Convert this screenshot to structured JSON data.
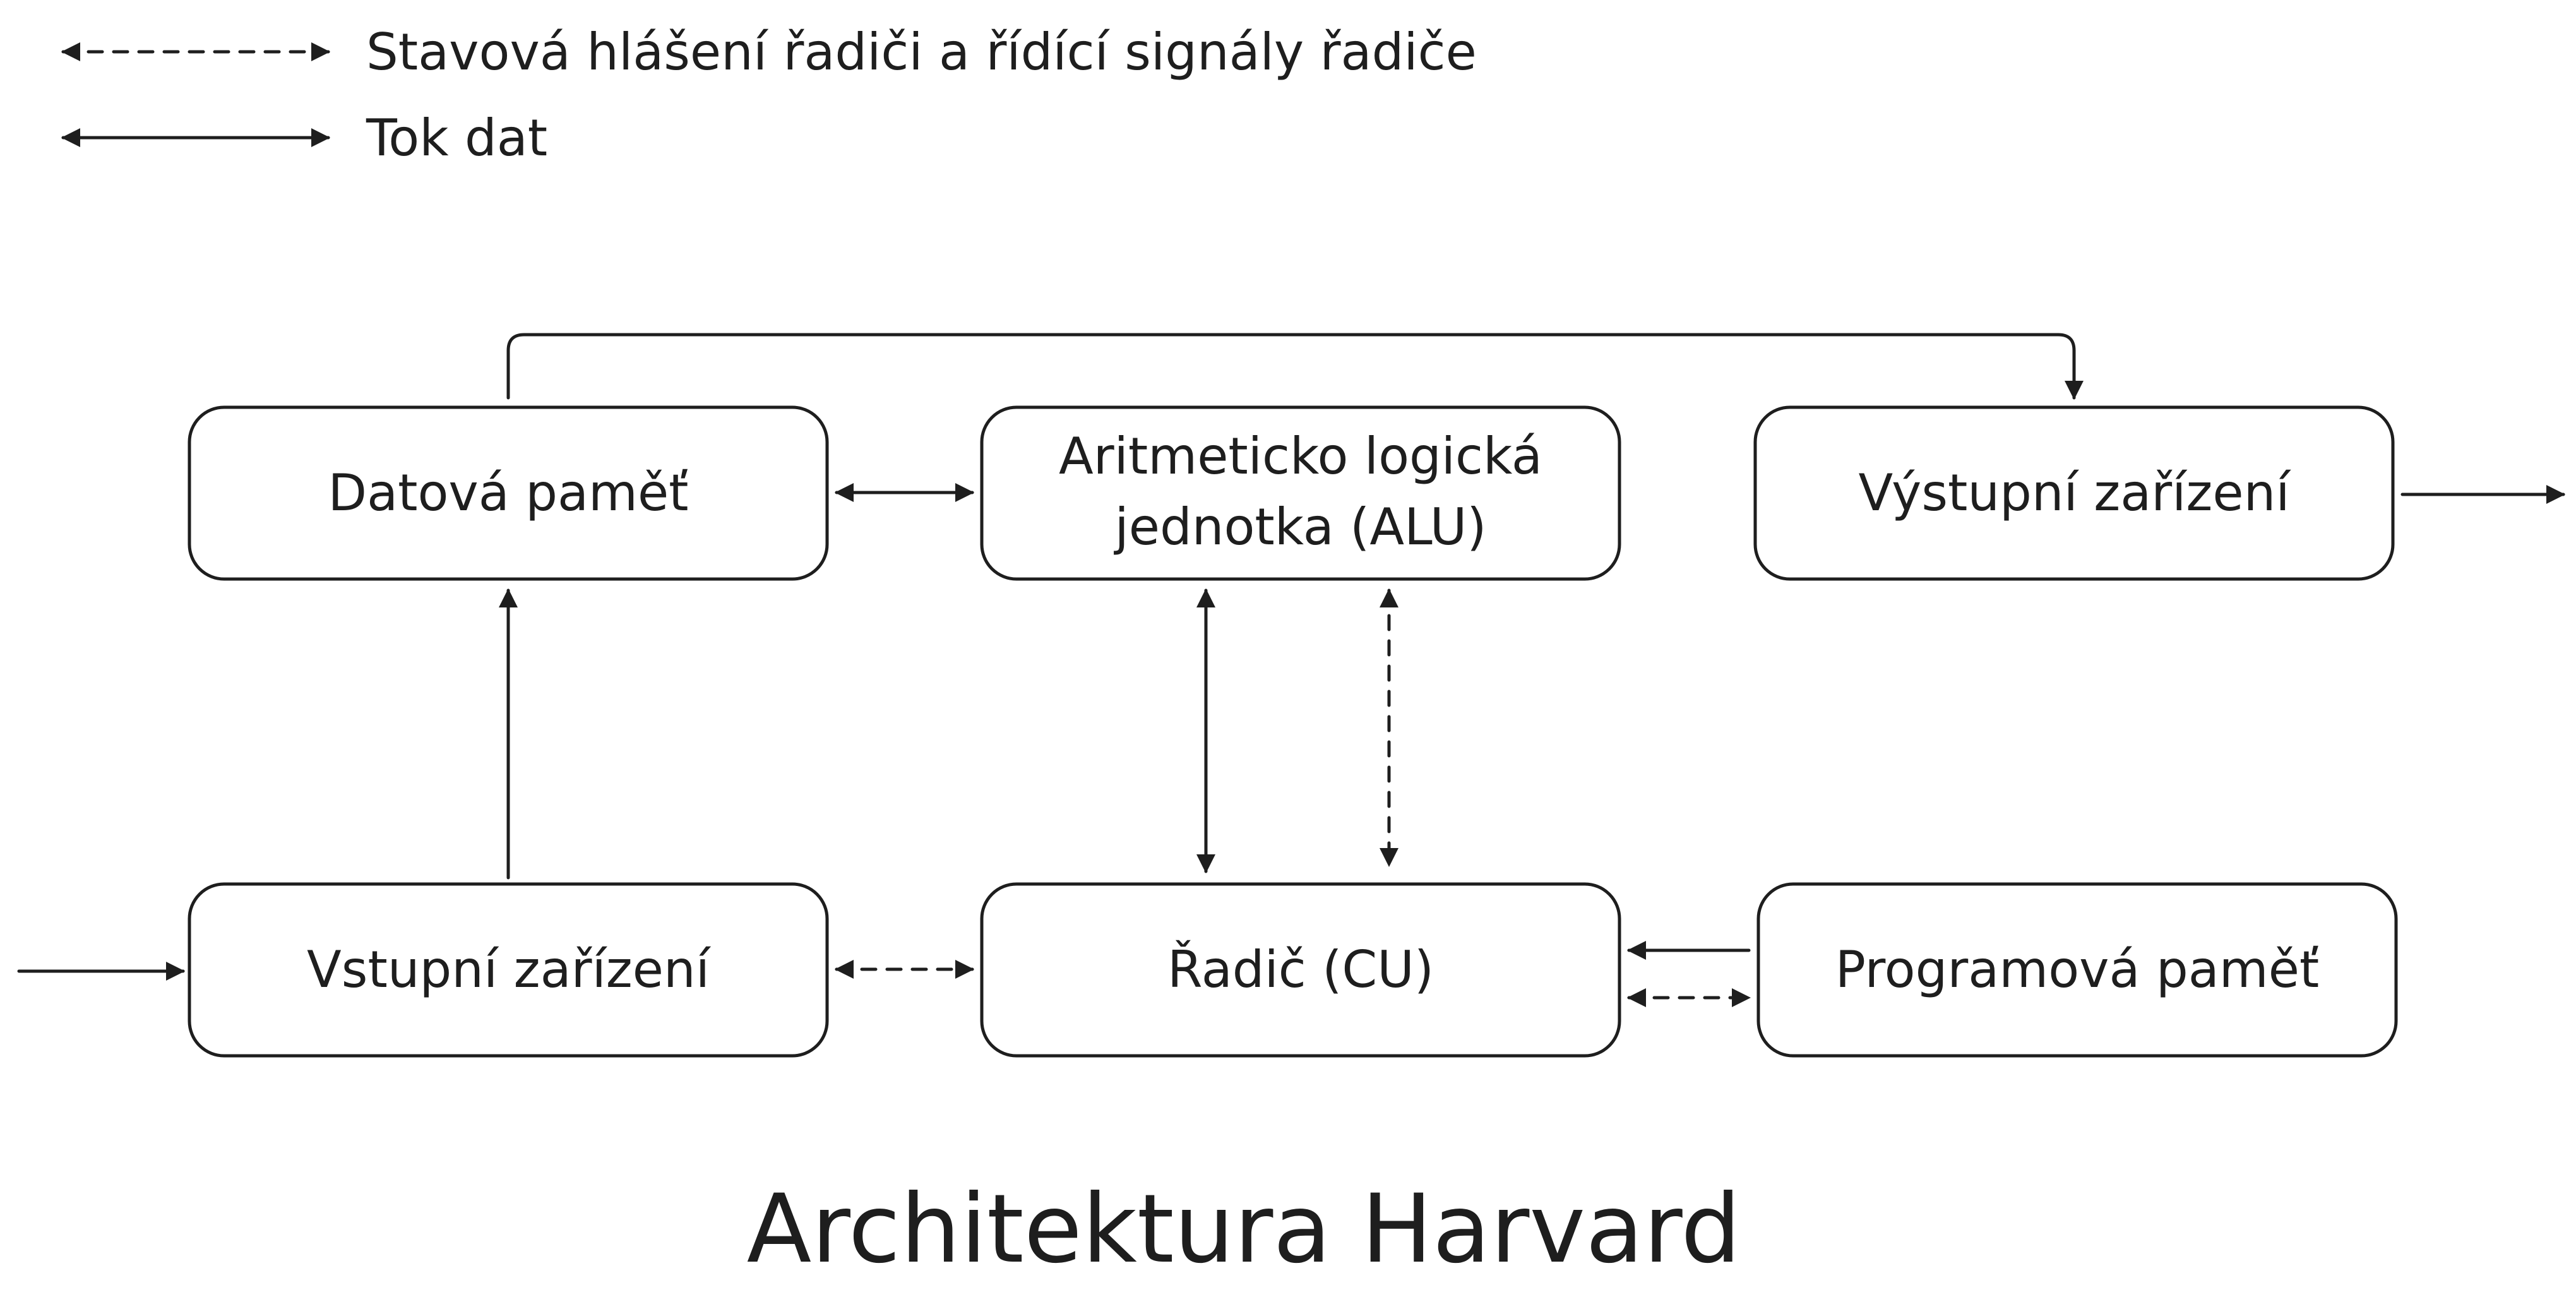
{
  "legend": {
    "dashed_label": "Stavová hlášení řadiči a řídící signály řadiče",
    "solid_label": "Tok dat"
  },
  "nodes": {
    "data_memory": "Datová paměť",
    "alu_line1": "Aritmeticko logická",
    "alu_line2": "jednotka (ALU)",
    "output_device": "Výstupní zařízení",
    "input_device": "Vstupní zařízení",
    "control_unit": "Řadič (CU)",
    "program_memory": "Programová paměť"
  },
  "title": "Architektura Harvard",
  "colors": {
    "stroke": "#1e1e1e",
    "background": "#ffffff"
  }
}
